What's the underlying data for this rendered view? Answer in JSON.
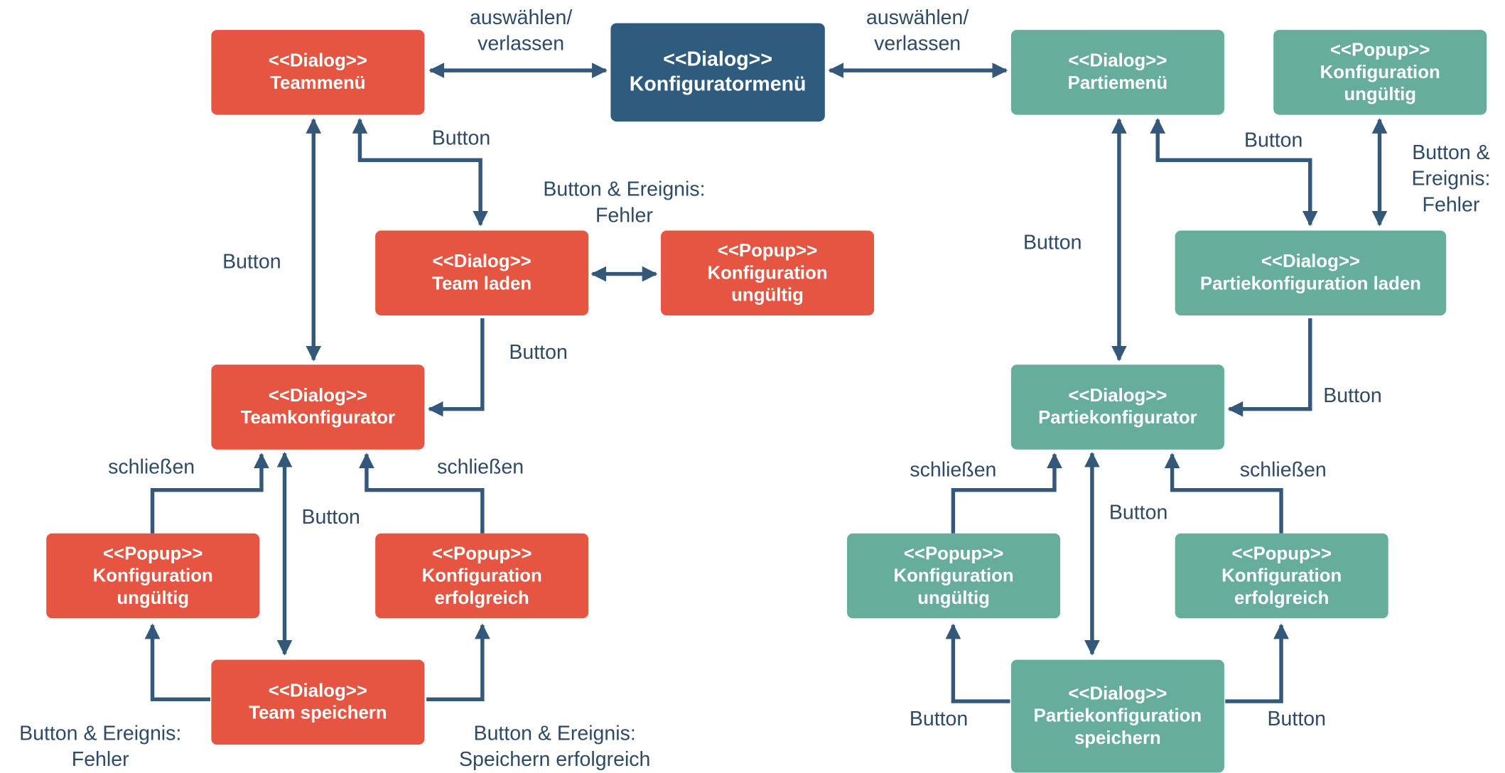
{
  "colors": {
    "team_boxes": "#e55541",
    "partie_boxes": "#66ad9b",
    "central_box": "#2e5b7e",
    "arrows": "#33587a",
    "label_text": "#2e4a67"
  },
  "nodes": {
    "konfiguratormenu": {
      "stereotype": "<<Dialog>>",
      "name": "Konfiguratormenü"
    },
    "teammenu": {
      "stereotype": "<<Dialog>>",
      "name": "Teammenü"
    },
    "team_laden": {
      "stereotype": "<<Dialog>>",
      "name": "Team laden"
    },
    "team_popup_ungueltig": {
      "stereotype": "<<Popup>>",
      "name_line1": "Konfiguration",
      "name_line2": "ungültig"
    },
    "teamkonfigurator": {
      "stereotype": "<<Dialog>>",
      "name": "Teamkonfigurator"
    },
    "team_popup_ungueltig_2": {
      "stereotype": "<<Popup>>",
      "name_line1": "Konfiguration",
      "name_line2": "ungültig"
    },
    "team_popup_erfolgreich": {
      "stereotype": "<<Popup>>",
      "name_line1": "Konfiguration",
      "name_line2": "erfolgreich"
    },
    "team_speichern": {
      "stereotype": "<<Dialog>>",
      "name": "Team speichern"
    },
    "partiemenu": {
      "stereotype": "<<Dialog>>",
      "name": "Partiemenü"
    },
    "partie_popup_top": {
      "stereotype": "<<Popup>>",
      "name_line1": "Konfiguration",
      "name_line2": "ungültig"
    },
    "partiekonfig_laden": {
      "stereotype": "<<Dialog>>",
      "name": "Partiekonfiguration laden"
    },
    "partiekonfigurator": {
      "stereotype": "<<Dialog>>",
      "name": "Partiekonfigurator"
    },
    "partie_popup_ungueltig": {
      "stereotype": "<<Popup>>",
      "name_line1": "Konfiguration",
      "name_line2": "ungültig"
    },
    "partie_popup_erfolgreich": {
      "stereotype": "<<Popup>>",
      "name_line1": "Konfiguration",
      "name_line2": "erfolgreich"
    },
    "partiekonfig_speichern": {
      "stereotype": "<<Dialog>>",
      "name_line1": "Partiekonfiguration",
      "name_line2": "speichern"
    }
  },
  "labels": {
    "auswaehlen_left": {
      "line1": "auswählen/",
      "line2": "verlassen"
    },
    "auswaehlen_right": {
      "line1": "auswählen/",
      "line2": "verlassen"
    },
    "team_button_to_laden": "Button",
    "team_laden_fehler": {
      "line1": "Button & Ereignis:",
      "line2": "Fehler"
    },
    "team_button_left": "Button",
    "team_laden_button": "Button",
    "team_schliessen_left": "schließen",
    "team_schliessen_right": "schließen",
    "team_button_middle": "Button",
    "team_fehler_bottom": {
      "line1": "Button & Ereignis:",
      "line2": "Fehler"
    },
    "team_erfolgreich_bottom": {
      "line1": "Button & Ereignis:",
      "line2": "Speichern erfolgreich"
    },
    "partie_button_top": "Button",
    "partie_fehler_right": {
      "line1": "Button &",
      "line2": "Ereignis:",
      "line3": "Fehler"
    },
    "partie_button_left": "Button",
    "partie_laden_button": "Button",
    "partie_schliessen_left": "schließen",
    "partie_schliessen_right": "schließen",
    "partie_button_middle": "Button",
    "partie_button_bottom_left": "Button",
    "partie_button_bottom_right": "Button"
  }
}
